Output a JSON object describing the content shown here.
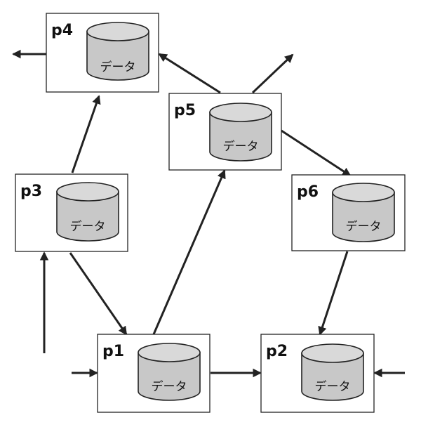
{
  "diagram": {
    "nodes": [
      {
        "id": "p4",
        "label": "p4",
        "storage_label": "データ"
      },
      {
        "id": "p5",
        "label": "p5",
        "storage_label": "データ"
      },
      {
        "id": "p3",
        "label": "p3",
        "storage_label": "データ"
      },
      {
        "id": "p6",
        "label": "p6",
        "storage_label": "データ"
      },
      {
        "id": "p1",
        "label": "p1",
        "storage_label": "データ"
      },
      {
        "id": "p2",
        "label": "p2",
        "storage_label": "データ"
      }
    ],
    "edges": [
      {
        "from": "p3",
        "to": "p4"
      },
      {
        "from": "p5",
        "to": "p4"
      },
      {
        "from": "p5",
        "to": "external-out"
      },
      {
        "from": "p5",
        "to": "p6"
      },
      {
        "from": "p1",
        "to": "p5"
      },
      {
        "from": "p3",
        "to": "p1"
      },
      {
        "from": "p6",
        "to": "p2"
      },
      {
        "from": "p1",
        "to": "p2"
      },
      {
        "from": "p4",
        "to": "external-out"
      },
      {
        "from": "external-in",
        "to": "p3"
      },
      {
        "from": "external-in",
        "to": "p1"
      },
      {
        "from": "external-in",
        "to": "p2"
      }
    ],
    "colors": {
      "stroke": "#222222",
      "box_fill": "#ffffff",
      "cylinder_fill": "#c8c8c8",
      "cylinder_top_fill": "#d9d9d9"
    }
  }
}
